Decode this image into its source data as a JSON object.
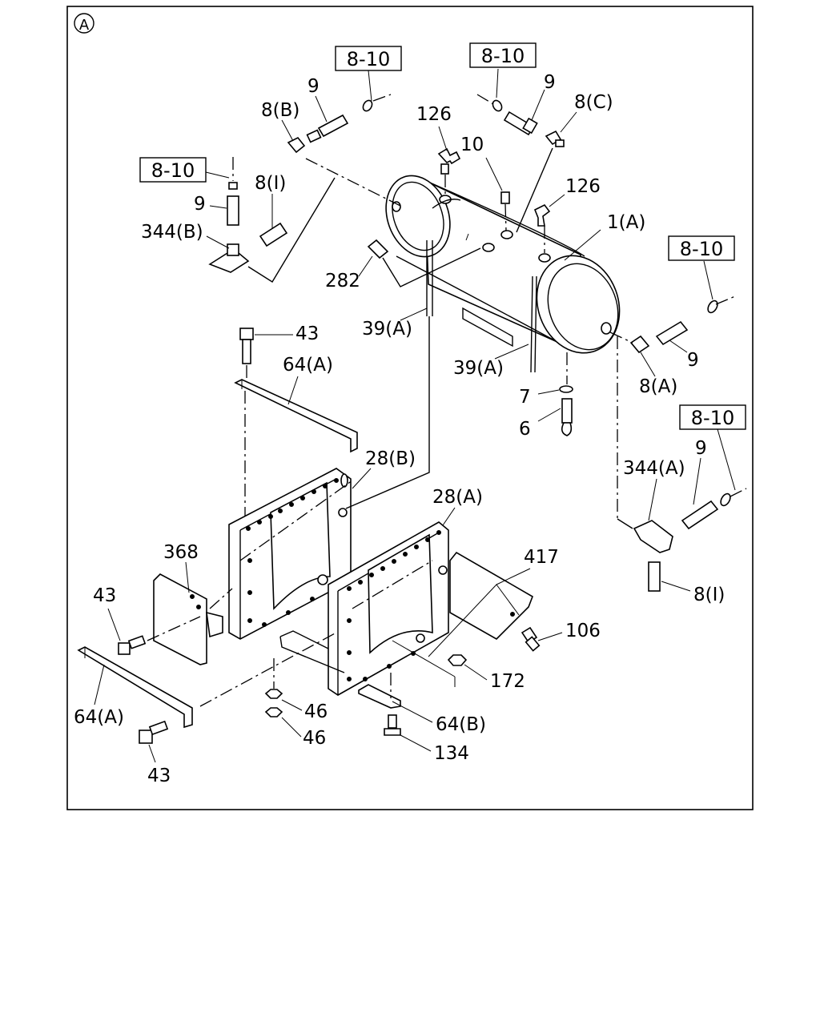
{
  "view_marker": "A",
  "ref_boxes": [
    "8-10",
    "8-10",
    "8-10",
    "8-10",
    "8-10"
  ],
  "labels": {
    "p9_top": "9",
    "p8b": "8(B)",
    "p126_a": "126",
    "p10": "10",
    "p9_topright": "9",
    "p8c": "8(C)",
    "p126_b": "126",
    "p8i_top": "8(I)",
    "p9_left": "9",
    "p344b": "344(B)",
    "p1a": "1(A)",
    "p282": "282",
    "p39a_1": "39(A)",
    "p43_top": "43",
    "p64a_top": "64(A)",
    "p39a_2": "39(A)",
    "p9_right": "9",
    "p8a": "8(A)",
    "p7": "7",
    "p6": "6",
    "p28b": "28(B)",
    "p344a": "344(A)",
    "p9_lowright": "9",
    "p28a": "28(A)",
    "p368": "368",
    "p417": "417",
    "p43_left": "43",
    "p8i_low": "8(I)",
    "p106": "106",
    "p172": "172",
    "p46_1": "46",
    "p46_2": "46",
    "p64a_low": "64(A)",
    "p64b": "64(B)",
    "p134": "134",
    "p43_bottom": "43"
  }
}
